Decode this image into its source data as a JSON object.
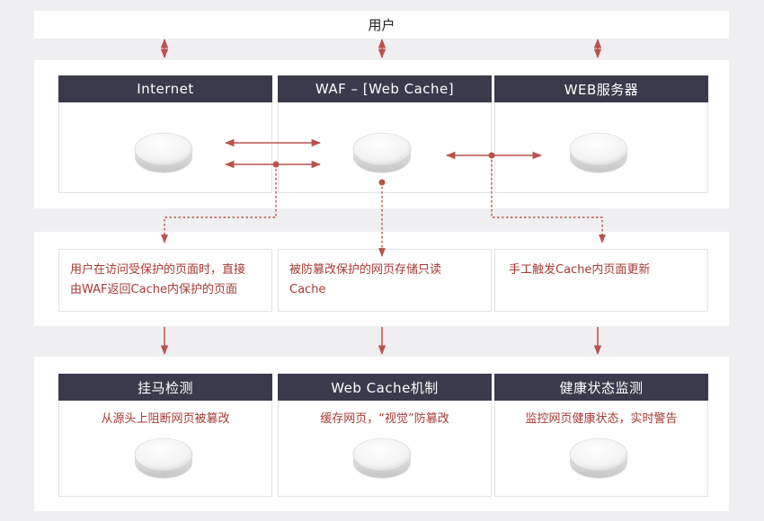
{
  "user": {
    "label": "用户"
  },
  "top_row": {
    "internet": "Internet",
    "waf": "WAF – [Web Cache]",
    "web_server": "WEB服务器"
  },
  "mid_row": {
    "note_internet": [
      "用户在访问受保护的页面时，直接",
      "由WAF返回Cache内保护的页面"
    ],
    "note_waf": [
      "被防篡改保护的网页存储只读",
      "Cache"
    ],
    "note_server": [
      "手工触发Cache内页面更新"
    ]
  },
  "bottom_row": {
    "trojan": {
      "title": "挂马检测",
      "desc": "从源头上阻断网页被篡改"
    },
    "cache": {
      "title": "Web Cache机制",
      "desc": "缓存网页，“视觉”防篡改"
    },
    "health": {
      "title": "健康状态监测",
      "desc": "监控网页健康状态，实时警告"
    }
  },
  "colors": {
    "accent": "#b9524a",
    "header_bg": "#3a3a4c",
    "text_red": "#a83a33"
  },
  "icons": {
    "node": "disc-node-icon"
  }
}
